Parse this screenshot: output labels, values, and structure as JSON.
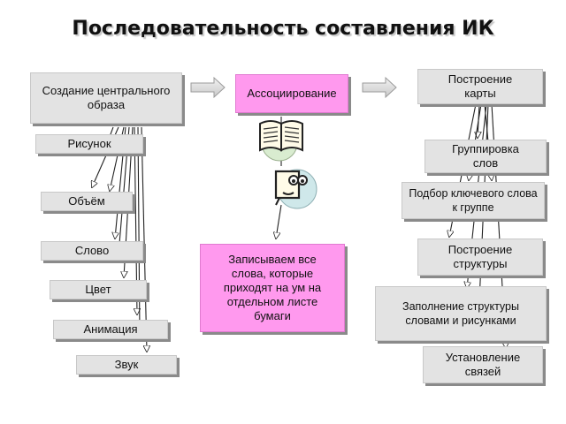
{
  "title": "Последовательность составления ИК",
  "left": {
    "main": "Создание центрального образа",
    "items": [
      "Рисунок",
      "Объём",
      "Слово",
      "Цвет",
      "Анимация",
      "Звук"
    ]
  },
  "middle": {
    "main": "Ассоциирование",
    "note": "Записываем все слова, которые приходят на ум на отдельном листе бумаги",
    "icons": [
      "open-book-icon",
      "thinking-face-icon"
    ]
  },
  "right": {
    "main": "Построение карты",
    "items": [
      "Группировка слов",
      "Подбор ключевого слова к группе",
      "Построение структуры",
      "Заполнение структуры словами и рисунками",
      "Установление связей"
    ]
  },
  "colors": {
    "box": "#e3e3e3",
    "highlight": "#ff99ee",
    "shadow": "#8a8a8a"
  }
}
